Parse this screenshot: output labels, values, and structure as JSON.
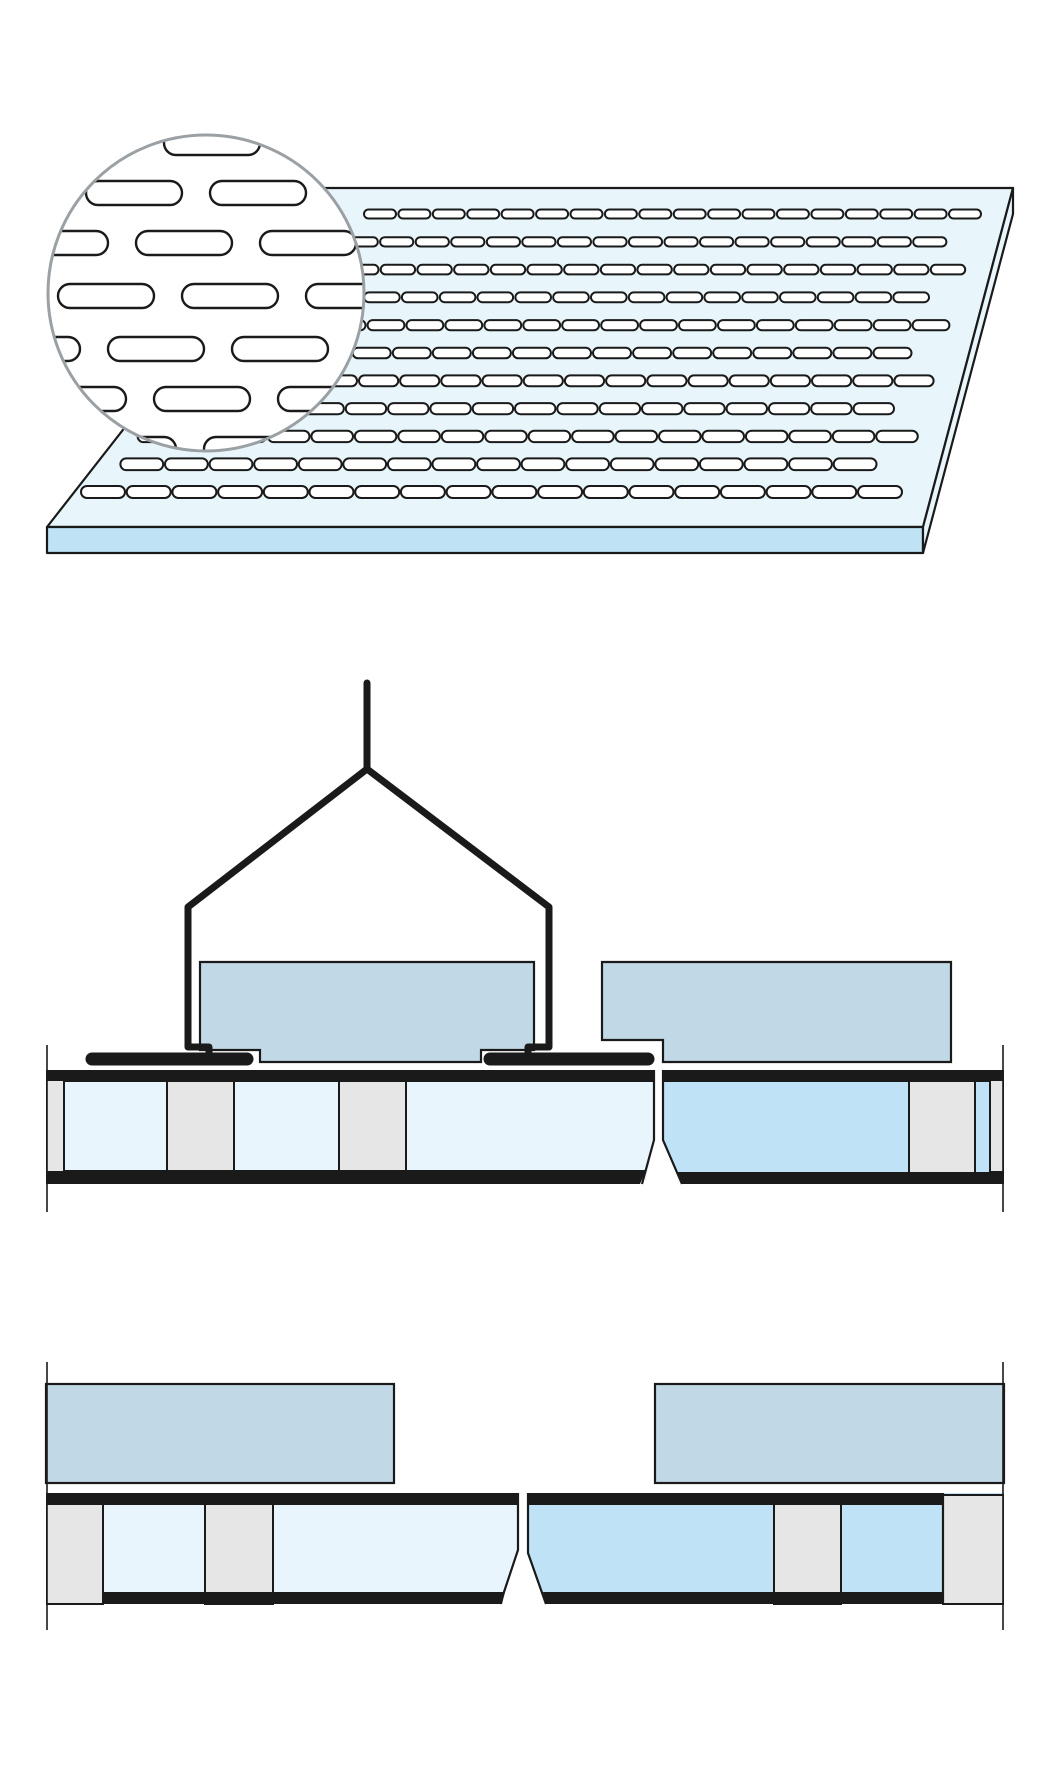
{
  "colors": {
    "background": "#ffffff",
    "outline": "#1a1a1a",
    "panel_top": "#e8f6fc",
    "panel_edge": "#bfe2f4",
    "board_dark": "#c1d9e7",
    "core_light": "#e8f5fc",
    "core_blue": "#bfe2f6",
    "spacer": "#e6e6e6",
    "magnifier_ring": "#9aa0a4"
  },
  "figures": [
    {
      "name": "perforated-panel-perspective",
      "perforation": "slotted",
      "rows": 11,
      "slots_per_row": 18
    },
    {
      "name": "section-suspended-profile",
      "components": [
        "hanger-profile",
        "acoustic-pad-left",
        "acoustic-pad-right",
        "panel-left",
        "panel-right"
      ]
    },
    {
      "name": "section-adjoining-panels",
      "components": [
        "acoustic-pad-left",
        "acoustic-pad-right",
        "panel-left",
        "panel-right"
      ]
    }
  ]
}
